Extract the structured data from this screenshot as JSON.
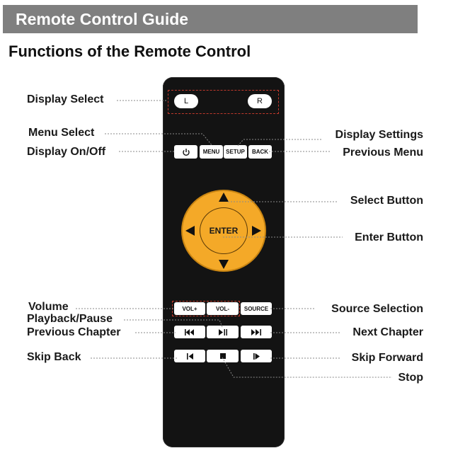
{
  "banner": {
    "title": "Remote Control Guide"
  },
  "heading": "Functions of the Remote Control",
  "remote": {
    "buttons": {
      "l": "L",
      "r": "R",
      "power_icon": "power-icon",
      "menu": "MENU",
      "setup": "SETUP",
      "back": "BACK",
      "enter": "ENTER",
      "vol_up": "VOL+",
      "vol_down": "VOL-",
      "source": "SOURCE",
      "prev_chapter_icon": "prev-chapter-icon",
      "play_pause_icon": "play-pause-icon",
      "next_chapter_icon": "next-chapter-icon",
      "skip_back_icon": "skip-back-icon",
      "stop_icon": "stop-icon",
      "skip_forward_icon": "skip-forward-icon"
    },
    "colors": {
      "body": "#131313",
      "button": "#ffffff",
      "dpad": "#f4a928",
      "highlight": "#c0392b"
    }
  },
  "labels": {
    "display_select": "Display Select",
    "menu_select": "Menu Select",
    "display_onoff": "Display On/Off",
    "display_settings": "Display Settings",
    "previous_menu": "Previous Menu",
    "select_button": "Select Button",
    "enter_button": "Enter Button",
    "volume": "Volume",
    "playback_pause": "Playback/Pause",
    "previous_chapter": "Previous Chapter",
    "source_selection": "Source Selection",
    "next_chapter": "Next Chapter",
    "skip_back": "Skip Back",
    "skip_forward": "Skip Forward",
    "stop": "Stop"
  }
}
